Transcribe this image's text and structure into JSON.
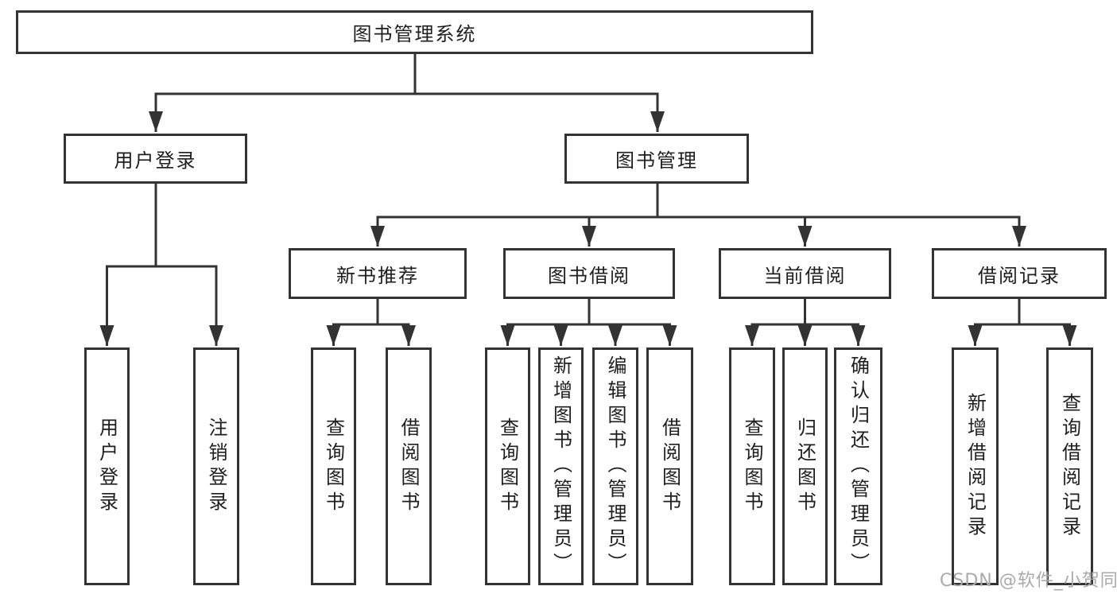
{
  "nodes": {
    "root": "图书管理系统",
    "user_login": "用户登录",
    "book_management": "图书管理",
    "new_book_recommend": "新书推荐",
    "book_borrow": "图书借阅",
    "current_borrow": "当前借阅",
    "borrow_records": "借阅记录",
    "leaves": {
      "user_login": [
        "用户登录",
        "注销登录"
      ],
      "new_book_recommend": [
        "查询图书",
        "借阅图书"
      ],
      "book_borrow": [
        "查询图书",
        "新增图书（管理员）",
        "编辑图书（管理员）",
        "借阅图书"
      ],
      "current_borrow": [
        "查询图书",
        "归还图书",
        "确认归还（管理员）"
      ],
      "borrow_records": [
        "新增借阅记录",
        "查询借阅记录"
      ]
    }
  },
  "watermark": {
    "text": "CSDN @软件_小贺同学"
  },
  "colors": {
    "line": "#333333",
    "text": "#1e1e1e",
    "watermark": "#aaaaaa",
    "background": "#ffffff"
  }
}
